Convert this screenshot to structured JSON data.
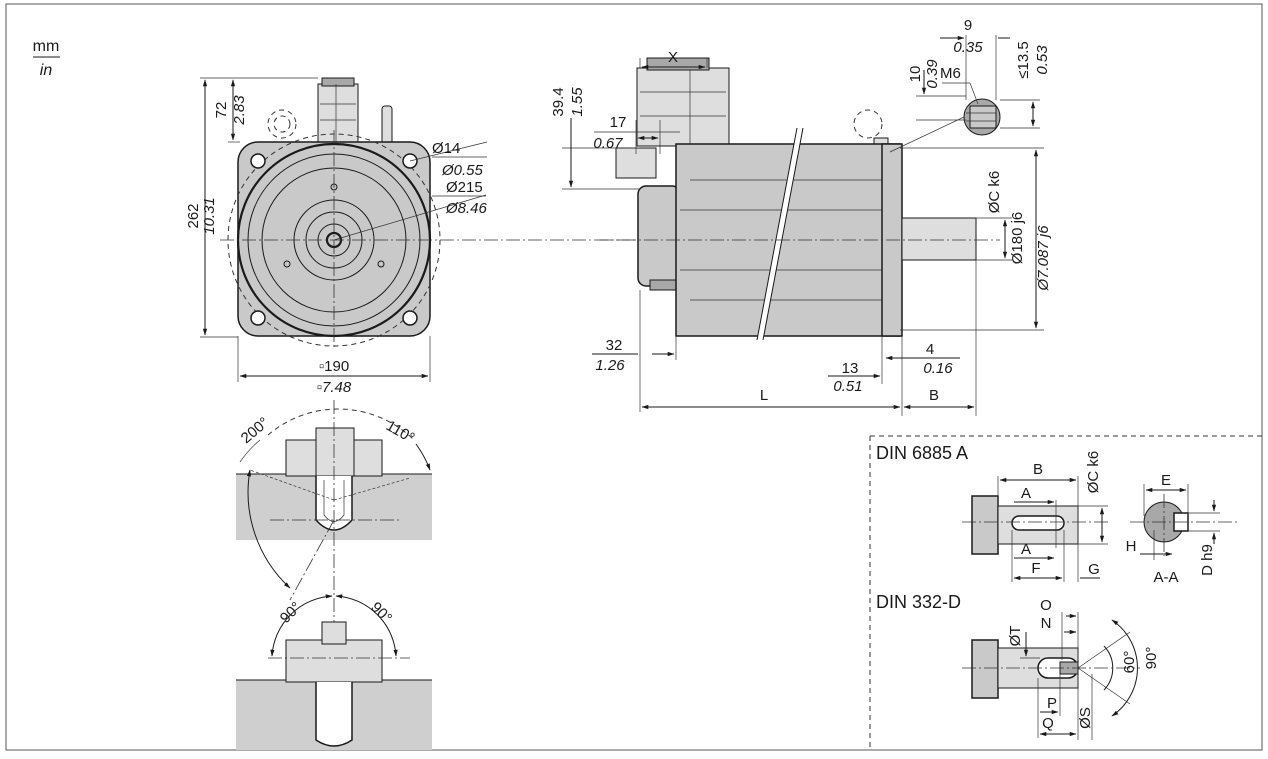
{
  "units": {
    "top": "mm",
    "bottom": "in"
  },
  "front_view": {
    "h_mm": "262",
    "h_in": "10.31",
    "top_mm": "72",
    "top_in": "2.83",
    "hole_mm": "Ø14",
    "hole_in": "Ø0.55",
    "pcd_mm": "Ø215",
    "pcd_in": "Ø8.46",
    "flange_mm": "▫190",
    "flange_in": "▫7.48"
  },
  "side_view": {
    "x_label": "X",
    "conn_h_mm": "39.4",
    "conn_h_in": "1.55",
    "off_mm": "17",
    "off_in": "0.67",
    "rear_mm": "32",
    "rear_in": "1.26",
    "shoulder_mm": "13",
    "shoulder_in": "0.51",
    "step_mm": "4",
    "step_in": "0.16",
    "l_label": "L",
    "b_label": "B",
    "shaft_dia": "ØC k6",
    "pilot_mm": "Ø180 j6",
    "pilot_in": "Ø7.087 j6"
  },
  "eyebolt_detail": {
    "w_mm": "9",
    "w_in": "0.35",
    "h_mm": "10",
    "h_in": "0.39",
    "thread": "M6",
    "depth_mm": "≤13.5",
    "depth_in": "0.53"
  },
  "rotation_views": {
    "a1": "200°",
    "a2": "110°",
    "a3": "90°",
    "a4": "90°"
  },
  "din_6885": {
    "title": "DIN 6885 A",
    "b": "B",
    "a_top": "A",
    "a_bot": "A",
    "c": "ØC k6",
    "f": "F",
    "g": "G",
    "e": "E",
    "h": "H",
    "aa": "A-A",
    "d": "D h9"
  },
  "din_332": {
    "title": "DIN 332-D",
    "o": "O",
    "n": "N",
    "t": "ØT",
    "p": "P",
    "q": "Q",
    "s": "ØS",
    "a60": "60°",
    "a90": "90°"
  }
}
